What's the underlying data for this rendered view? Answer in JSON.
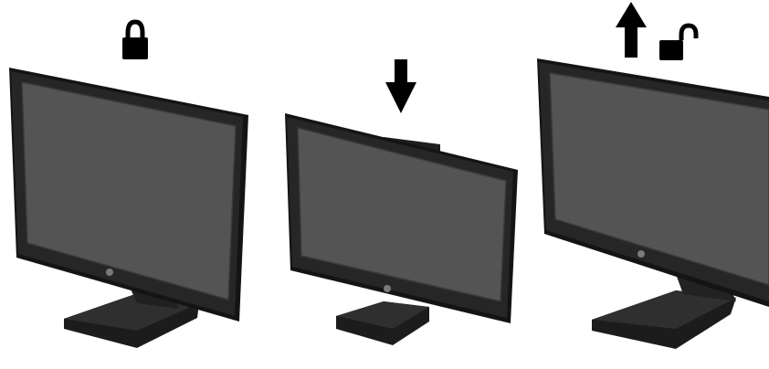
{
  "steps": [
    {
      "id": "locked",
      "icons": [
        "lock-closed-icon"
      ],
      "stand_state": "locked"
    },
    {
      "id": "press-down",
      "icons": [
        "arrow-down-icon"
      ],
      "stand_state": "pressed-down"
    },
    {
      "id": "unlocked-raise",
      "icons": [
        "arrow-up-icon",
        "lock-open-icon"
      ],
      "stand_state": "unlocked-raised"
    }
  ],
  "colors": {
    "background": "#ffffff",
    "bezel": "#262626",
    "bezel_edge": "#141414",
    "screen": "#545454",
    "screen_edge": "#3a3a3a",
    "stand": "#2b2b2b",
    "stand_dark": "#1a1a1a",
    "icon": "#000000",
    "logo": "#7a7a7a"
  }
}
